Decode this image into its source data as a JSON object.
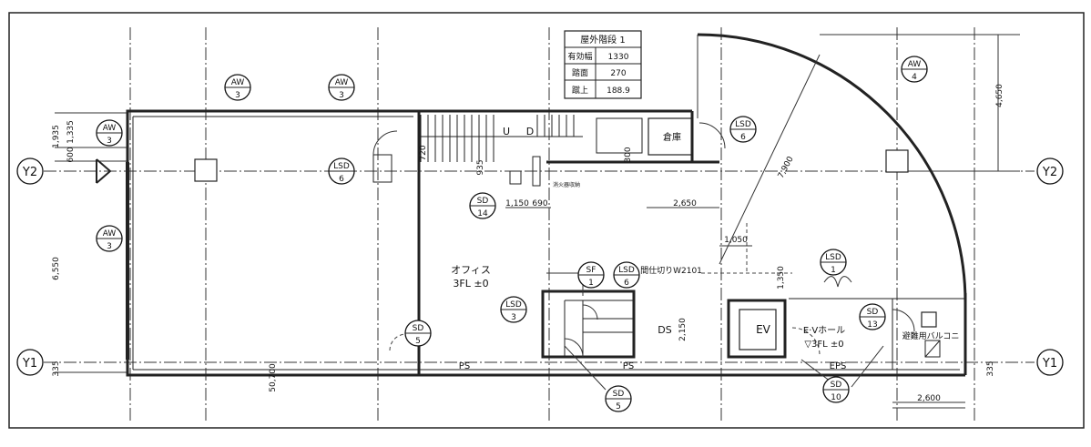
{
  "grid_axes": {
    "y2_left": "Y2",
    "y2_right": "Y2",
    "y1_left": "Y1",
    "y1_right": "Y1"
  },
  "stair_table": {
    "title": "屋外階段 1",
    "rows": [
      {
        "label": "有効幅",
        "value": "1330"
      },
      {
        "label": "踏面",
        "value": "270"
      },
      {
        "label": "蹴上",
        "value": "188.9"
      }
    ]
  },
  "tags": [
    {
      "id": "aw3-a",
      "code": "AW",
      "num": "3"
    },
    {
      "id": "aw3-b",
      "code": "AW",
      "num": "3"
    },
    {
      "id": "aw4",
      "code": "AW",
      "num": "4"
    },
    {
      "id": "aw3-c",
      "code": "AW",
      "num": "3"
    },
    {
      "id": "aw3-d",
      "code": "AW",
      "num": "3"
    },
    {
      "id": "lsd6-a",
      "code": "LSD",
      "num": "6"
    },
    {
      "id": "lsd6-b",
      "code": "LSD",
      "num": "6"
    },
    {
      "id": "sd14",
      "code": "SD",
      "num": "14"
    },
    {
      "id": "sf1",
      "code": "SF",
      "num": "1"
    },
    {
      "id": "lsd6-c",
      "code": "LSD",
      "num": "6"
    },
    {
      "id": "lsd1",
      "code": "LSD",
      "num": "1"
    },
    {
      "id": "lsd3",
      "code": "LSD",
      "num": "3"
    },
    {
      "id": "sd13",
      "code": "SD",
      "num": "13"
    },
    {
      "id": "sd5-a",
      "code": "SD",
      "num": "5"
    },
    {
      "id": "sd5-b",
      "code": "SD",
      "num": "5"
    },
    {
      "id": "sd10",
      "code": "SD",
      "num": "10"
    }
  ],
  "rooms": {
    "office_name": "オフィス",
    "office_level": "3FL ±0",
    "storage": "倉庫",
    "ev": "EV",
    "ev_hall_name": "E·Vホール",
    "ev_hall_level": "▽3FL ±0",
    "ds": "DS",
    "ps_left": "PS",
    "ps_mid": "PS",
    "eps": "EPS",
    "balcony": "避難用バルコニ",
    "stair_up": "U",
    "stair_down": "D",
    "partition": "間仕切りW2101",
    "fire_box": "消火器収納"
  },
  "dimensions": {
    "d1935": "1,935",
    "d1335": "1,335",
    "d600": "600",
    "d6550": "6,550",
    "d335_left": "335",
    "d335_right": "335",
    "d4650": "4,650",
    "d7900": "7,900",
    "d2650": "2,650",
    "d1150": "1,150",
    "d690": "690",
    "d935": "935",
    "d720": "720",
    "d300": "300",
    "d1050": "1,050",
    "d1350": "1,350",
    "d2150": "2,150",
    "d50700": "50,700",
    "d2600": "2,600"
  }
}
